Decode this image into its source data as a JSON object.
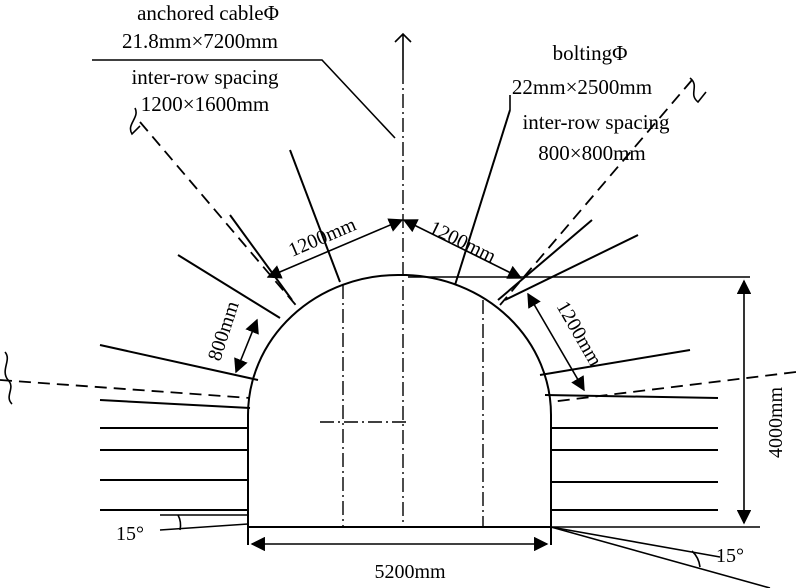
{
  "labels": {
    "cable_line1": "anchored cableΦ",
    "cable_line2": "21.8mm×7200mm",
    "cable_line3": "inter-row spacing",
    "cable_line4": "1200×1600mm",
    "bolt_line1": "boltingΦ",
    "bolt_line2": "22mm×2500mm",
    "bolt_line3": "inter-row spacing",
    "bolt_line4": "800×800mm"
  },
  "dimensions": {
    "arc_left": "1200mm",
    "arc_right": "1200mm",
    "arc_side_right": "1200mm",
    "side_left": "800mm",
    "height": "4000mm",
    "width": "5200mm",
    "angle_left": "15°",
    "angle_right": "15°"
  }
}
